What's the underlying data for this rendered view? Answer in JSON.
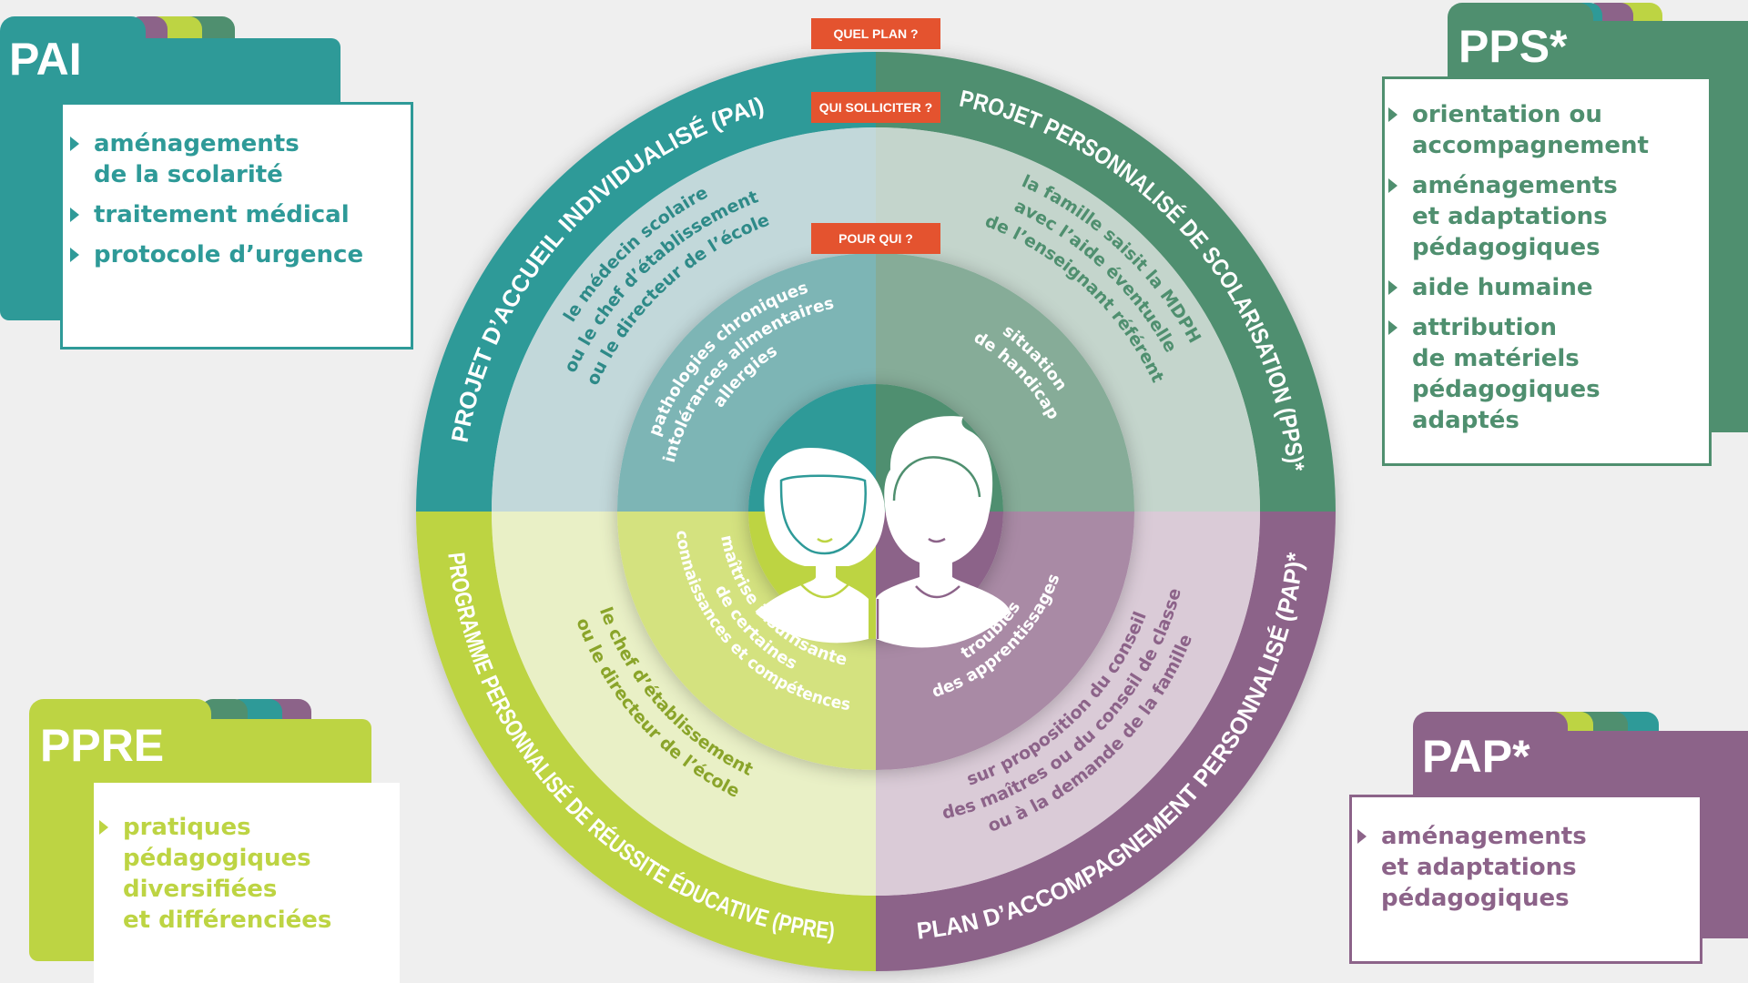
{
  "colors": {
    "pai": "#2e9a98",
    "pps": "#4f8f6f",
    "ppre": "#bdd443",
    "pap": "#8c6389",
    "badge": "#e4532f",
    "background": "#efefef"
  },
  "badges": {
    "quel_plan": "QUEL PLAN ?",
    "qui_solliciter": "QUI SOLLICITER ?",
    "pour_qui": "POUR QUI ?"
  },
  "cards": {
    "pai": {
      "code": "PAI",
      "items": [
        "aménagements\nde la scolarité",
        "traitement médical",
        "protocole d’urgence"
      ]
    },
    "pps": {
      "code": "PPS*",
      "items": [
        "orientation ou\naccompagnement",
        "aménagements\net adaptations\npédagogiques",
        "aide humaine",
        "attribution\nde matériels\npédagogiques adaptés"
      ]
    },
    "ppre": {
      "code": "PPRE",
      "items": [
        "pratiques\npédagogiques\ndiversifiées\net différenciées"
      ]
    },
    "pap": {
      "code": "PAP*",
      "items": [
        "aménagements\net adaptations\npédagogiques"
      ]
    }
  },
  "wheel": {
    "plans": {
      "pai": "PROJET D’ACCUEIL INDIVIDUALISÉ (PAI)",
      "pps": "PROJET PERSONNALISÉ DE SCOLARISATION (PPS)*",
      "ppre": "PROGRAMME PERSONNALISÉ DE RÉUSSITE ÉDUCATIVE (PPRE)",
      "pap": "PLAN D’ACCOMPAGNEMENT PERSONNALISÉ (PAP)*"
    },
    "who_to_ask": {
      "pai": [
        "le médecin scolaire",
        "ou le chef d’établissement",
        "ou le directeur de l’école"
      ],
      "pps": [
        "la famille saisit la MDPH",
        "avec l’aide éventuelle",
        "de l’enseignant référent"
      ],
      "ppre": [
        "le chef d’établissement",
        "ou le directeur de l’école"
      ],
      "pap": [
        "sur proposition du conseil",
        "des maîtres ou du conseil de classe",
        "ou à la demande de la famille"
      ]
    },
    "for_whom": {
      "pai": [
        "pathologies chroniques",
        "intolérances alimentaires",
        "allergies"
      ],
      "pps": [
        "situation",
        "de handicap"
      ],
      "ppre": [
        "maîtrise insuffisante",
        "de certaines",
        "connaissances et compétences"
      ],
      "pap": [
        "troubles",
        "des apprentissages"
      ]
    },
    "center_icon": "two-children-icon"
  }
}
